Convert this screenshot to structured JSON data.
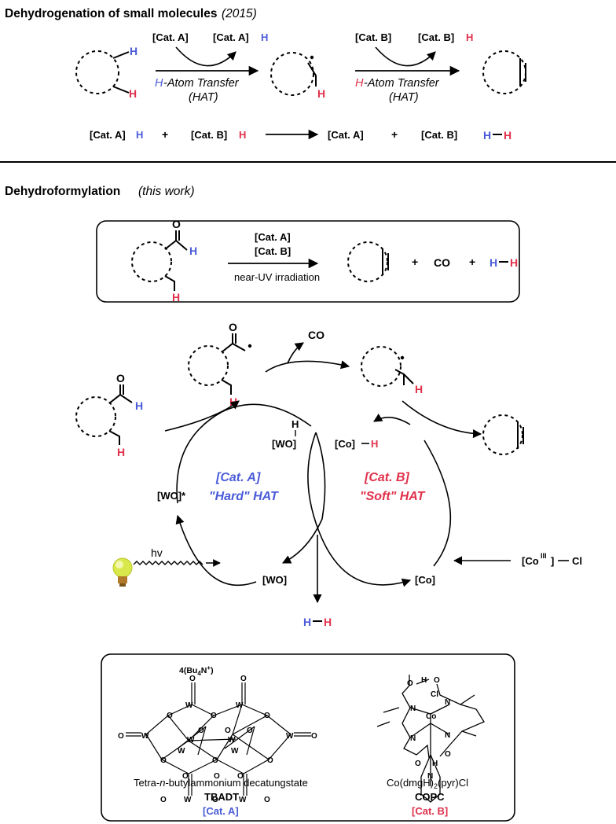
{
  "section1": {
    "title": "Dehydrogenation of small molecules",
    "year": "(2015)",
    "catA": "[Cat. A]",
    "catAH": "[Cat. A]",
    "catB": "[Cat. B]",
    "catBH": "[Cat. B]",
    "H": "H",
    "hat1_prefix": "H",
    "hat1_rest": "-Atom Transfer",
    "hat1_abbr": "(HAT)",
    "hat2_prefix": "H",
    "hat2_rest": "-Atom Transfer",
    "hat2_abbr": "(HAT)",
    "plus": "+",
    "eq_catAH": "[Cat. A]",
    "eq_catBH": "[Cat. B]",
    "eq_catA": "[Cat. A]",
    "eq_catB": "[Cat. B]",
    "eq_H2_dash": "—"
  },
  "section2": {
    "title": "Dehydroformylation",
    "subtitle": "(this work)",
    "box": {
      "O": "O",
      "catA": "[Cat. A]",
      "catB": "[Cat. B]",
      "condition": "near-UV irradiation",
      "CO": "CO",
      "plus": "+"
    },
    "cycle": {
      "O": "O",
      "CO": "CO",
      "WO_H": "H",
      "WO_top": "[WO]",
      "Co_H": "[Co]",
      "WO_star": "[WO]*",
      "catA_label": "[Cat. A]",
      "catA_desc": "\"Hard\" HAT",
      "catB_label": "[Cat. B]",
      "catB_desc": "\"Soft\" HAT",
      "hv": "hv",
      "WO_bottom": "[WO]",
      "Co": "[Co]",
      "CoIII": "[Co",
      "CoIII_sup": "III",
      "CoIII_end": "]",
      "Cl": "Cl"
    }
  },
  "catalysts": {
    "counterion": "4(Bu",
    "counterion_sub": "4",
    "counterion_end": "N",
    "counterion_sup": "+",
    "counterion_close": ")",
    "tbadt_name_pre": "Tetra-",
    "tbadt_name_n": "n",
    "tbadt_name_post": "-butylammonium decatungstate",
    "tbadt_abbr": "TBADT",
    "tbadt_cat": "[Cat. A]",
    "copc_name": "Co(dmgH)",
    "copc_sub": "2",
    "copc_name_end": "(pyr)Cl",
    "copc_abbr": "COPC",
    "copc_cat": "[Cat. B]"
  },
  "colors": {
    "blue": "#4a5bd8",
    "red": "#e0314b"
  }
}
